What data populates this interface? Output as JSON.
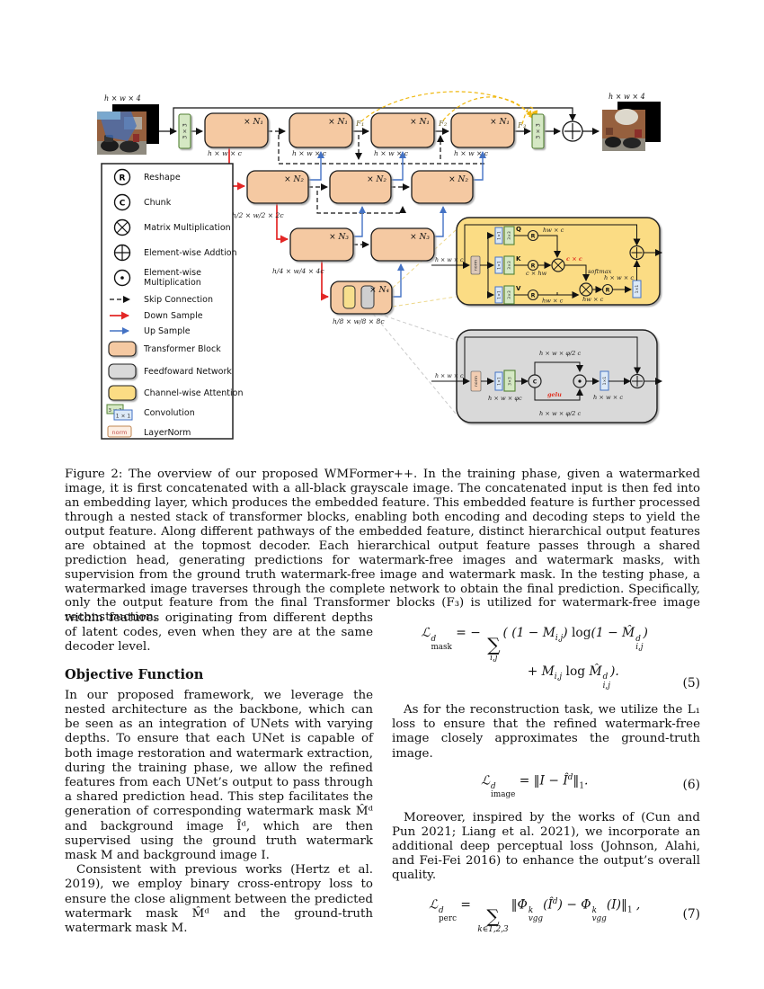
{
  "figure": {
    "io": {
      "input_dim": "h × w × 4",
      "output_dim": "h × w × 4"
    },
    "conv_label": "3 × 3",
    "blocks": {
      "n1": "× N₁",
      "n2": "× N₂",
      "n3": "× N₃",
      "n4": "× N₄"
    },
    "dims": {
      "row1": "h × w × c",
      "row2": "h/2 × w/2 × 2c",
      "row3": "h/4 × w/4 × 4c",
      "row4": "h/8 × w/8 × 8c"
    },
    "features": {
      "f1": "F₁",
      "f2": "F₂",
      "f3": "F₃"
    },
    "legend": [
      {
        "icon": "reshape-icon",
        "symbol": "R",
        "label": "Reshape"
      },
      {
        "icon": "chunk-icon",
        "symbol": "C",
        "label": "Chunk"
      },
      {
        "icon": "matrix-multiplication-icon",
        "label": "Matrix Multiplication"
      },
      {
        "icon": "element-wise-addition-icon",
        "label": "Element-wise Addtion"
      },
      {
        "icon": "element-wise-multiplication-icon",
        "label": "Element-wise",
        "label2": "Multiplication"
      },
      {
        "icon": "skip-connection-icon",
        "label": "Skip Connection"
      },
      {
        "icon": "down-sample-icon",
        "label": "Down Sample"
      },
      {
        "icon": "up-sample-icon",
        "label": "Up Sample"
      },
      {
        "icon": "transformer-block-icon",
        "label": "Transformer Block"
      },
      {
        "icon": "feedforward-network-icon",
        "label": "Feedfoward Network"
      },
      {
        "icon": "channel-wise-attention-icon",
        "label": "Channel-wise Attention"
      },
      {
        "icon": "convolution-icon",
        "box_top": "3 × 3",
        "box_bottom": "1 × 1",
        "label": "Convolution"
      },
      {
        "icon": "layernorm-icon",
        "box_text": "norm",
        "label": "LayerNorm"
      }
    ],
    "attention": {
      "input": "h × w × c",
      "norm": "norm",
      "conv1": "1×1",
      "conv3": "3×3",
      "q": "Q",
      "k": "K",
      "v": "V",
      "r": "R",
      "q_dim": "hw × c",
      "k_dim": "c × hw",
      "v_dim": "hw × c",
      "attn_dim": "c × c",
      "softmax": "softmax",
      "out_dim": "hw × c",
      "reshape_dim": "h × w × c",
      "proj": "1×1"
    },
    "ffn": {
      "input": "h × w × c",
      "norm": "norm",
      "conv1": "1×1",
      "conv3": "3×3",
      "expand_dim": "h × w × φc",
      "chunk": "C",
      "half_dim_top": "h × w × φ/2 c",
      "gelu": "gelu",
      "half_dim_bottom": "h × w × φ/2 c",
      "proj": "1×1",
      "proj_dim": "h × w × c"
    }
  },
  "caption": "Figure 2: The overview of our proposed WMFormer++. In the training phase, given a watermarked image, it is first concatenated with a all-black grayscale image. The concatenated input is then fed into an embedding layer, which produces the embedded feature. This embedded feature is further processed through a nested stack of transformer blocks, enabling both encoding and decoding steps to yield the output feature. Along different pathways of the embedded feature, distinct hierarchical output features are obtained at the topmost decoder. Each hierarchical output feature passes through a shared prediction head, generating predictions for watermark-free images and watermark masks, with supervision from the ground truth watermark-free image and watermark mask. In the testing phase, a watermarked image traverses through the complete network to obtain the final prediction. Specifically, only the output feature from the final Transformer blocks (F₃) is utilized for watermark-free image reconstruction.",
  "body": {
    "left": {
      "p1": "within features originating from different depths of latent codes, even when they are at the same decoder level.",
      "heading": "Objective Function",
      "p2": "In our proposed framework, we leverage the nested architecture as the backbone, which can be seen as an integration of UNets with varying depths. To ensure that each UNet is capable of both image restoration and watermark extraction, during the training phase, we allow the refined features from each UNet’s output to pass through a shared prediction head. This step facilitates the generation of corresponding watermark mask M̂ᵈ and background image Îᵈ, which are then supervised using the ground truth watermark mask M and background image I.",
      "p3": "Consistent with previous works (Hertz et al. 2019), we employ binary cross-entropy loss to ensure the close alignment between the predicted watermark mask M̂ᵈ and the ground-truth watermark mask M."
    },
    "right": {
      "p1": "As for the reconstruction task, we utilize the L₁ loss to ensure that the refined watermark-free image closely approximates the ground-truth image.",
      "p2": "Moreover, inspired by the works of (Cun and Pun 2021; Liang et al. 2021), we incorporate an additional deep perceptual loss (Johnson, Alahi, and Fei-Fei 2016) to enhance the output’s overall quality."
    }
  },
  "equations": {
    "e5": {
      "lhs": "ℒ",
      "lhs_sup": "d",
      "lhs_sub": "mask",
      "rel": "= −",
      "sum": "∑",
      "lim": "i,j",
      "t1": "( (1 − M",
      "s1": "i,j",
      "t2a": ") ",
      "log1": "log",
      "t2b": "(1 − ",
      "mhat": "M̂",
      "m_sup": "d",
      "m_sub": "i,j",
      "t3": ")",
      "l2a": "+ M",
      "s2": "i,j",
      "l2log": " log ",
      "mhat2": "M̂",
      "m2_sup": "d",
      "m2_sub": "i,j",
      "l2c": ").",
      "num": "(5)"
    },
    "e6": {
      "lhs": "ℒ",
      "lhs_sup": "d",
      "lhs_sub": "image",
      "rel": "= ",
      "t1": "‖I − Î",
      "sup": "d",
      "t2": "‖",
      "sub": "1",
      "t3": ".",
      "num": "(6)"
    },
    "e7": {
      "lhs": "ℒ",
      "lhs_sup": "d",
      "lhs_sub": "perc",
      "rel": "= ",
      "sum": "∑",
      "lim": "k∈1,2,3",
      "t1": "‖Φ",
      "v_sup": "k",
      "v_sub": "vgg",
      "t2": "(Î",
      "sup": "d",
      "t3": ") − Φ",
      "t4": "(I)",
      "t5": "‖",
      "sub": "1",
      "t6": " ,",
      "num": "(7)"
    }
  }
}
